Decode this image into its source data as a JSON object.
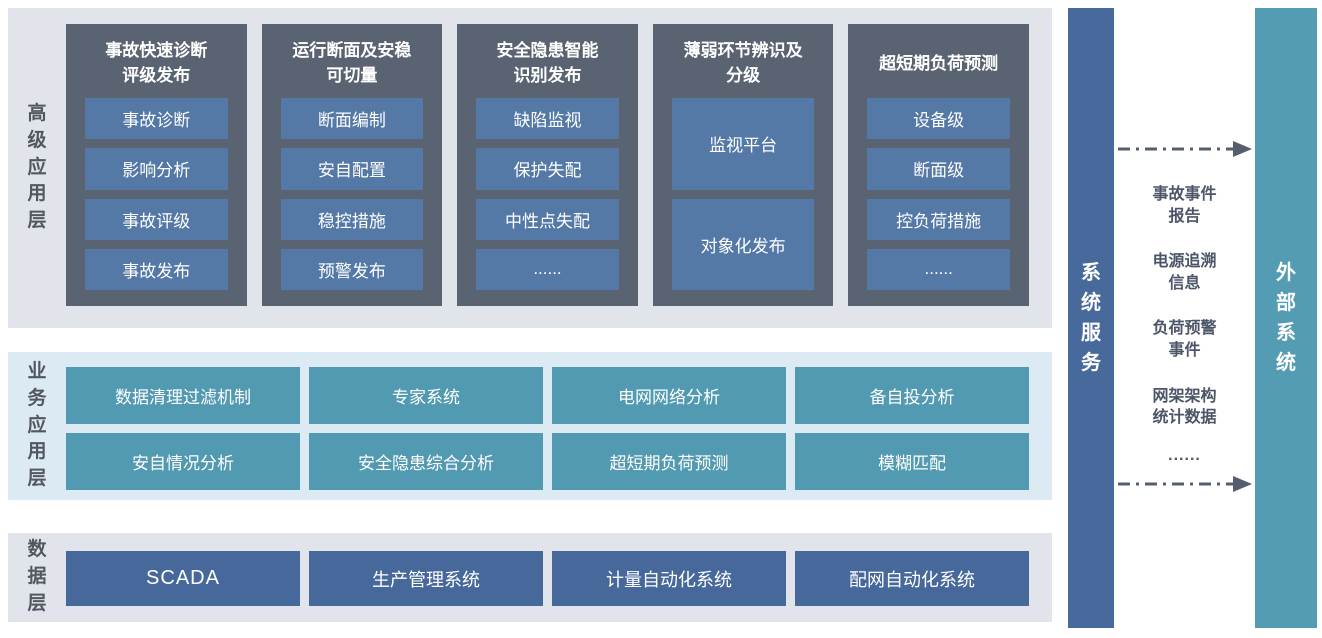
{
  "layers": {
    "advanced": {
      "label": "高级应用层",
      "columns": [
        {
          "title": "事故快速诊断\n评级发布",
          "cells": [
            "事故诊断",
            "影响分析",
            "事故评级",
            "事故发布"
          ]
        },
        {
          "title": "运行断面及安稳\n可切量",
          "cells": [
            "断面编制",
            "安自配置",
            "稳控措施",
            "预警发布"
          ]
        },
        {
          "title": "安全隐患智能\n识别发布",
          "cells": [
            "缺陷监视",
            "保护失配",
            "中性点失配",
            "......"
          ]
        },
        {
          "title": "薄弱环节辨识及\n分级",
          "cells": [
            "监视平台",
            "对象化发布"
          ]
        },
        {
          "title": "超短期负荷预测",
          "cells": [
            "设备级",
            "断面级",
            "控负荷措施",
            "......"
          ]
        }
      ]
    },
    "business": {
      "label": "业务应用层",
      "rows": [
        [
          "数据清理过滤机制",
          "专家系统",
          "电网网络分析",
          "备自投分析"
        ],
        [
          "安自情况分析",
          "安全隐患综合分析",
          "超短期负荷预测",
          "模糊匹配"
        ]
      ]
    },
    "data": {
      "label": "数据层",
      "systems": [
        "SCADA",
        "生产管理系统",
        "计量自动化系统",
        "配网自动化系统"
      ]
    }
  },
  "right_panel": {
    "system_service_label": "系统服务",
    "external_system_label": "外部系统",
    "exchange_items": [
      "事故事件\n报告",
      "电源追溯\n信息",
      "负荷预警\n事件",
      "网架架构\n统计数据"
    ],
    "ellipsis": "......"
  },
  "colors": {
    "section_gray_bg": "#e1e4ea",
    "section_blue_bg": "#dcebf3",
    "column_container": "#5a6372",
    "cell_blue": "#5479a7",
    "business_teal": "#529ab1",
    "data_blue": "#46689a",
    "service_bar_blue": "#47699b",
    "external_bar_teal": "#549cb4",
    "label_text": "#53575f",
    "exchange_text": "#4d5668",
    "arrow": "#555e6e"
  }
}
